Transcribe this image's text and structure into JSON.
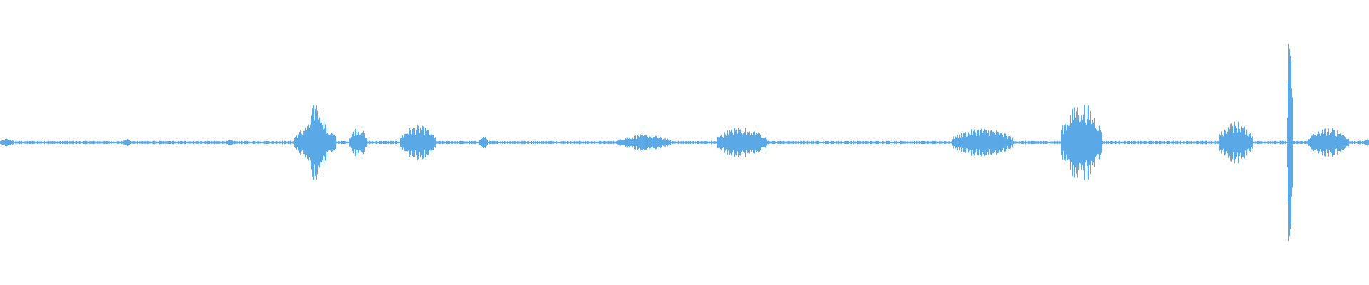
{
  "waveform": {
    "color": "#5aa9e6",
    "baseline_amplitude": 0.012,
    "segments": [
      {
        "start": 0.0,
        "end": 0.01,
        "amplitude": 0.03
      },
      {
        "start": 0.09,
        "end": 0.095,
        "amplitude": 0.035
      },
      {
        "start": 0.165,
        "end": 0.172,
        "amplitude": 0.02
      },
      {
        "start": 0.215,
        "end": 0.245,
        "amplitude": 0.15
      },
      {
        "start": 0.225,
        "end": 0.238,
        "amplitude": 0.33
      },
      {
        "start": 0.255,
        "end": 0.268,
        "amplitude": 0.12
      },
      {
        "start": 0.292,
        "end": 0.318,
        "amplitude": 0.13
      },
      {
        "start": 0.35,
        "end": 0.356,
        "amplitude": 0.05
      },
      {
        "start": 0.45,
        "end": 0.49,
        "amplitude": 0.06
      },
      {
        "start": 0.523,
        "end": 0.56,
        "amplitude": 0.12
      },
      {
        "start": 0.695,
        "end": 0.74,
        "amplitude": 0.11
      },
      {
        "start": 0.775,
        "end": 0.805,
        "amplitude": 0.3
      },
      {
        "start": 0.89,
        "end": 0.915,
        "amplitude": 0.16
      },
      {
        "start": 0.94,
        "end": 0.944,
        "amplitude": 0.92
      },
      {
        "start": 0.955,
        "end": 0.985,
        "amplitude": 0.11
      },
      {
        "start": 0.997,
        "end": 1.0,
        "amplitude": 0.04
      }
    ]
  }
}
